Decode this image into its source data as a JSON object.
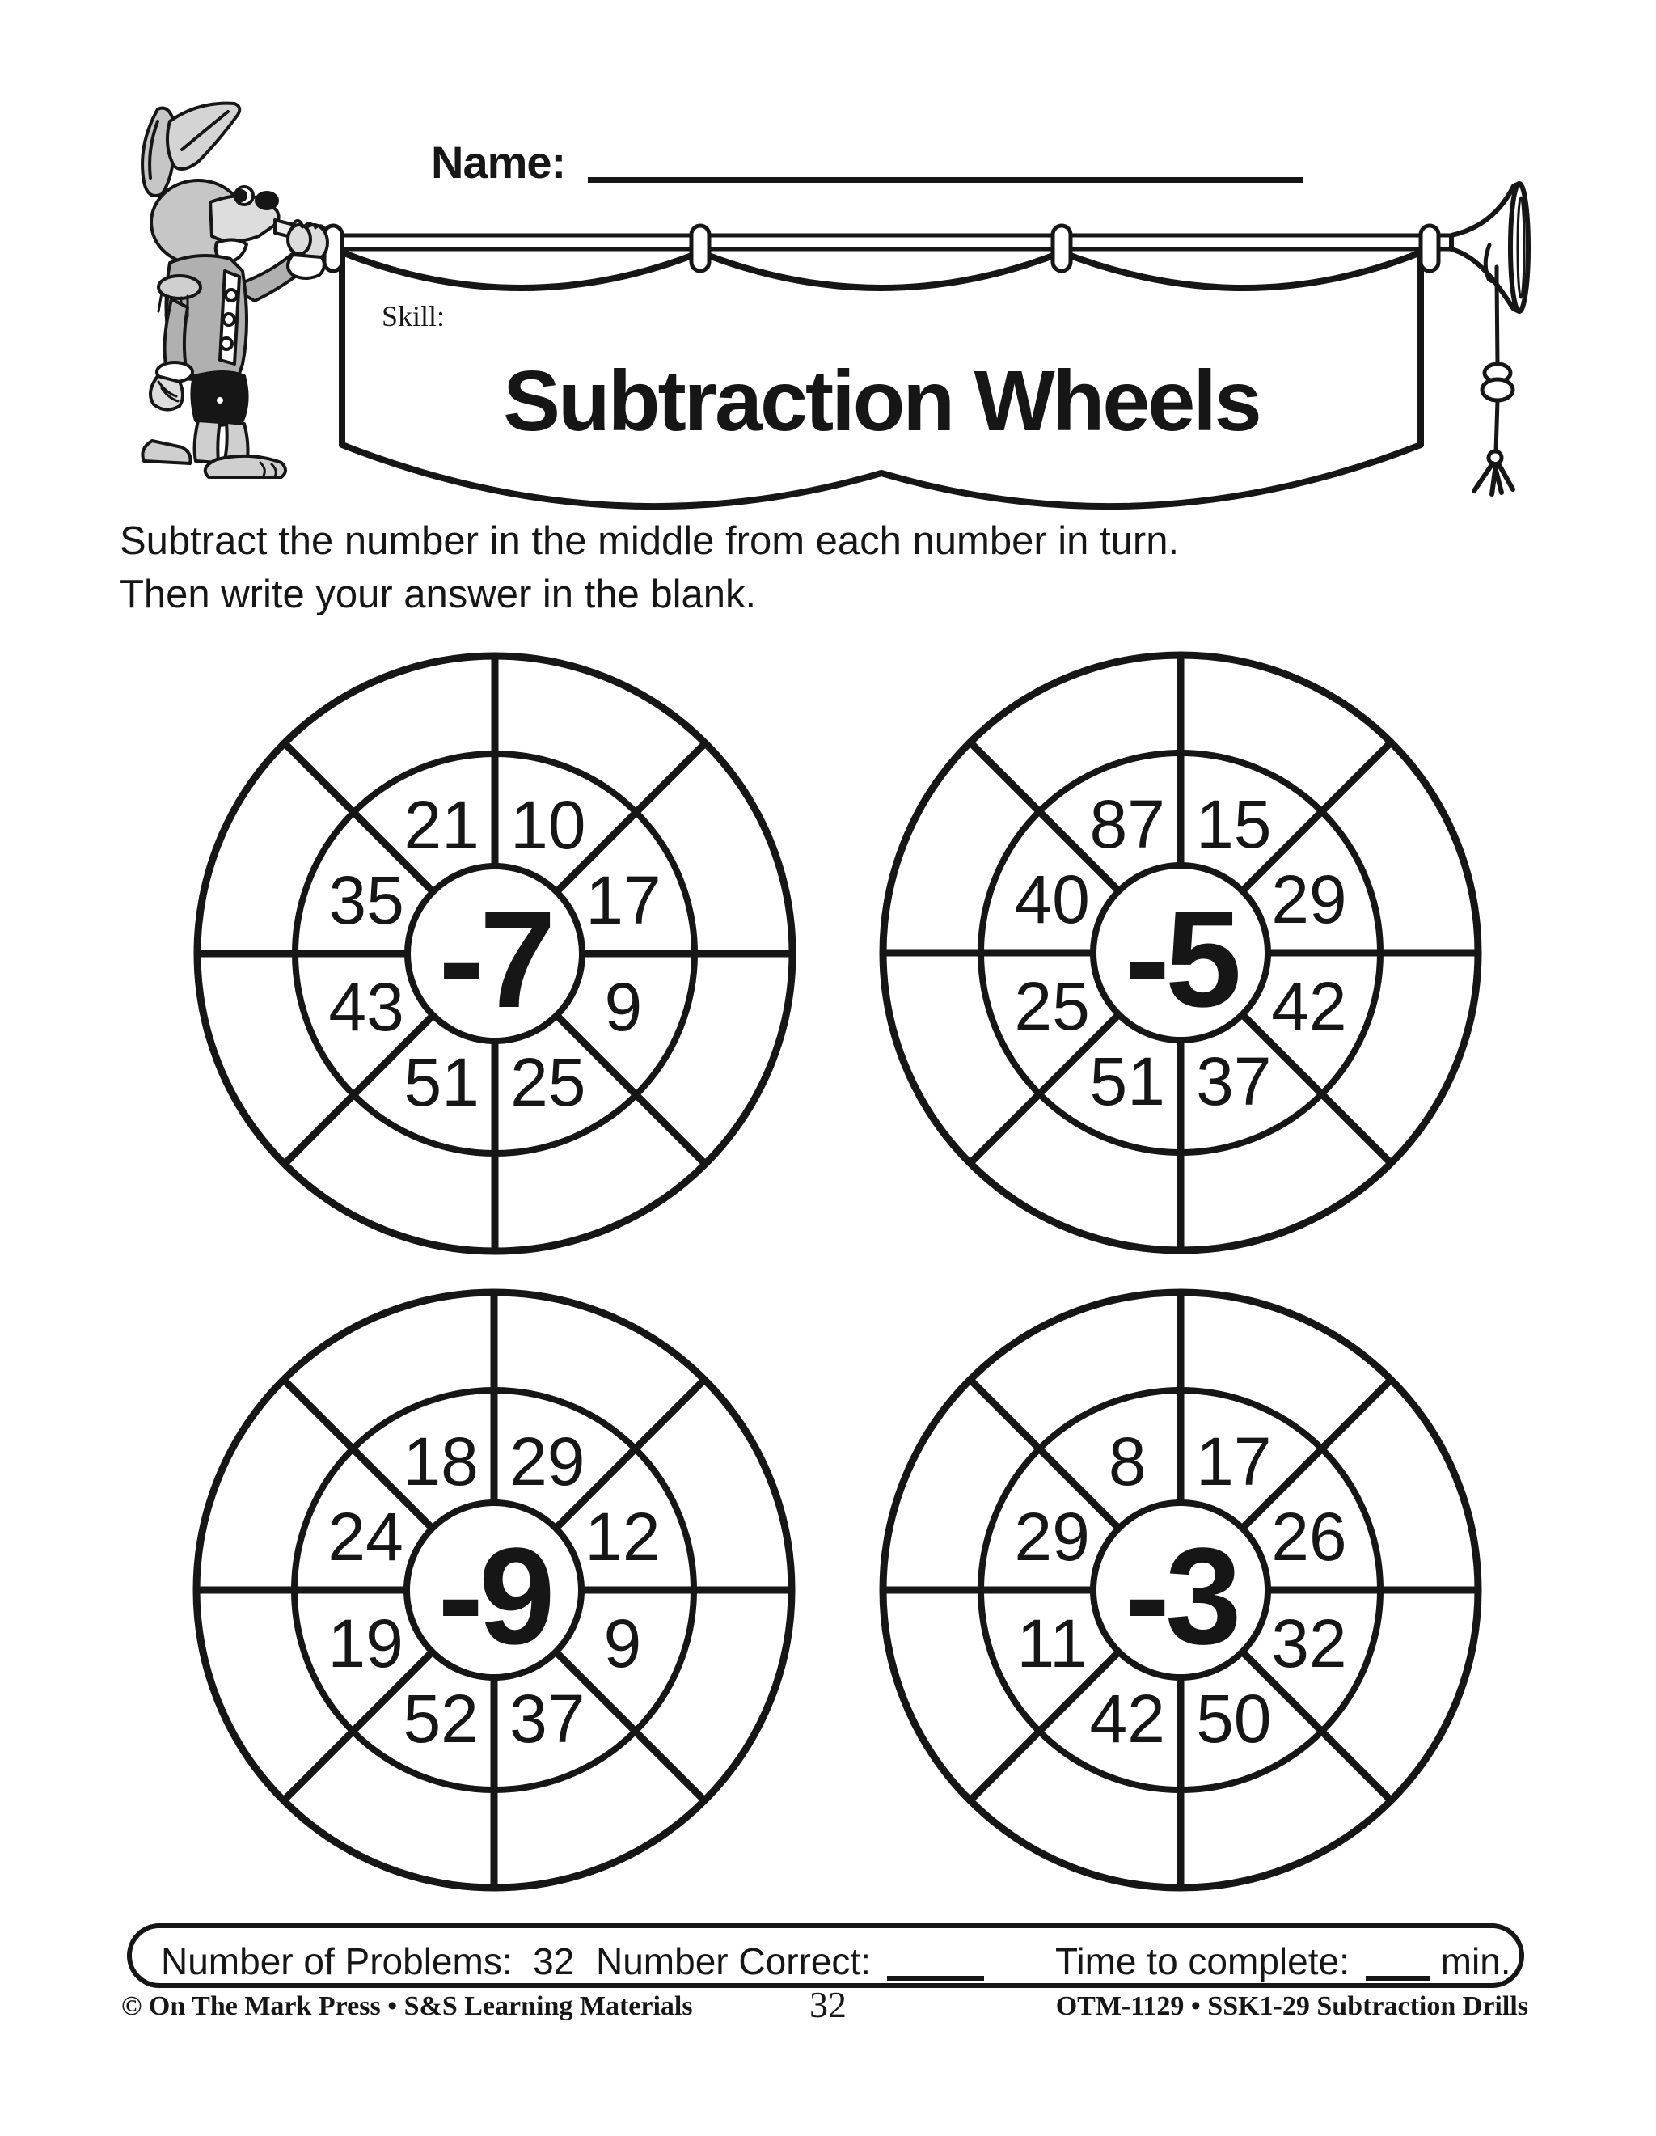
{
  "header": {
    "name_label": "Name:",
    "skill_label": "Skill:",
    "banner_title": "Subtraction Wheels"
  },
  "instructions": {
    "line1": "Subtract the number in the middle from each number in turn.",
    "line2": "Then write your answer in the blank."
  },
  "wheels": [
    {
      "id": "wheel-1",
      "center_operation": "-7",
      "numbers_clockwise_from_top_right": [
        10,
        17,
        9,
        25,
        51,
        43,
        35,
        21
      ]
    },
    {
      "id": "wheel-2",
      "center_operation": "-5",
      "numbers_clockwise_from_top_right": [
        15,
        29,
        42,
        37,
        51,
        25,
        40,
        87
      ]
    },
    {
      "id": "wheel-3",
      "center_operation": "-9",
      "numbers_clockwise_from_top_right": [
        29,
        12,
        9,
        37,
        52,
        19,
        24,
        18
      ]
    },
    {
      "id": "wheel-4",
      "center_operation": "-3",
      "numbers_clockwise_from_top_right": [
        17,
        26,
        32,
        50,
        42,
        11,
        29,
        8
      ]
    }
  ],
  "summary_bar": {
    "problems_label": "Number of Problems:",
    "problems_value": "32",
    "correct_label": "Number Correct:",
    "time_label": "Time to complete:",
    "time_unit_label": "min."
  },
  "footer": {
    "left_text": "© On The Mark Press • S&S Learning Materials",
    "page_number": "32",
    "right_text": "OTM-1129 • SSK1-29 Subtraction Drills"
  },
  "colors": {
    "ink": "#161616",
    "paper": "#ffffff",
    "rabbit_light": "#cccccc",
    "rabbit_mid": "#b0b0b0"
  }
}
